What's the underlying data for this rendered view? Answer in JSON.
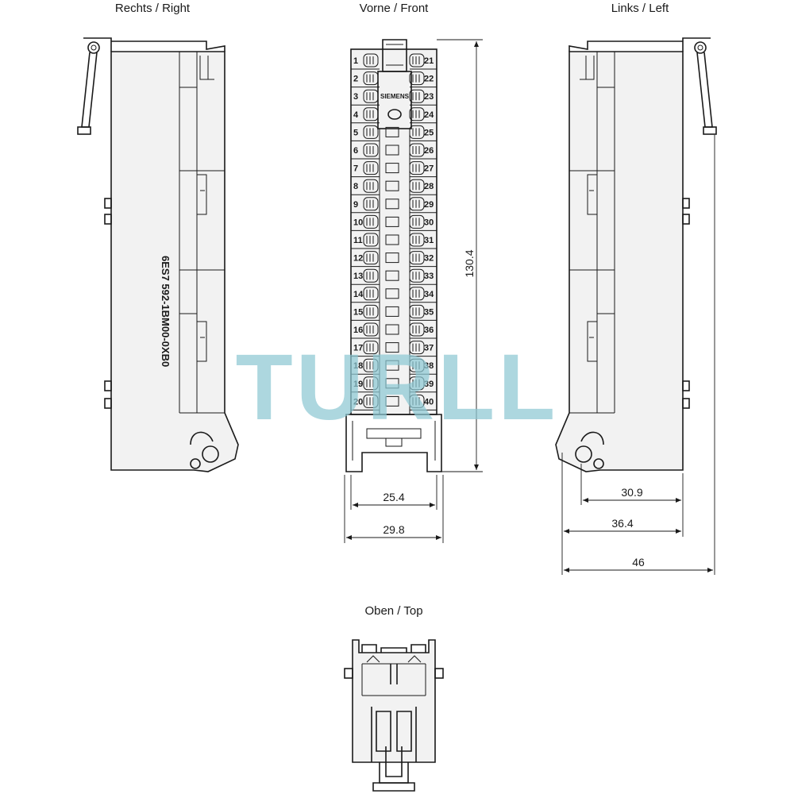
{
  "views": {
    "right": "Rechts / Right",
    "front": "Vorne / Front",
    "left": "Links / Left",
    "top": "Oben / Top"
  },
  "dimensions": {
    "height": "130.4",
    "front_inner_width": "25.4",
    "front_outer_width": "29.8",
    "left_30_9": "30.9",
    "left_36_4": "36.4",
    "left_46": "46"
  },
  "model_number": "6ES7 592-1BM00-0XB0",
  "brand_label": "SIEMENS",
  "watermark": "TURLL",
  "terminals_left": [
    "1",
    "2",
    "3",
    "4",
    "5",
    "6",
    "7",
    "8",
    "9",
    "10",
    "11",
    "12",
    "13",
    "14",
    "15",
    "16",
    "17",
    "18",
    "19",
    "20"
  ],
  "terminals_right": [
    "21",
    "22",
    "23",
    "24",
    "25",
    "26",
    "27",
    "28",
    "29",
    "30",
    "31",
    "32",
    "33",
    "34",
    "35",
    "36",
    "37",
    "38",
    "39",
    "40"
  ],
  "colors": {
    "line": "#1a1a1a",
    "fill": "#f2f2f2",
    "watermark": "#8ec9d4"
  }
}
